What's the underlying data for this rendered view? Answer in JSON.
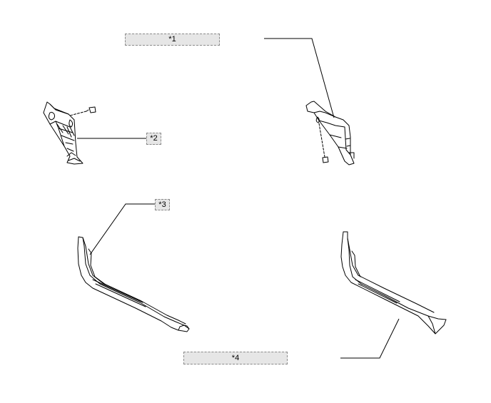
{
  "callouts": {
    "c1": "*1",
    "c2": "*2",
    "c3": "*3",
    "c4": "*4"
  }
}
